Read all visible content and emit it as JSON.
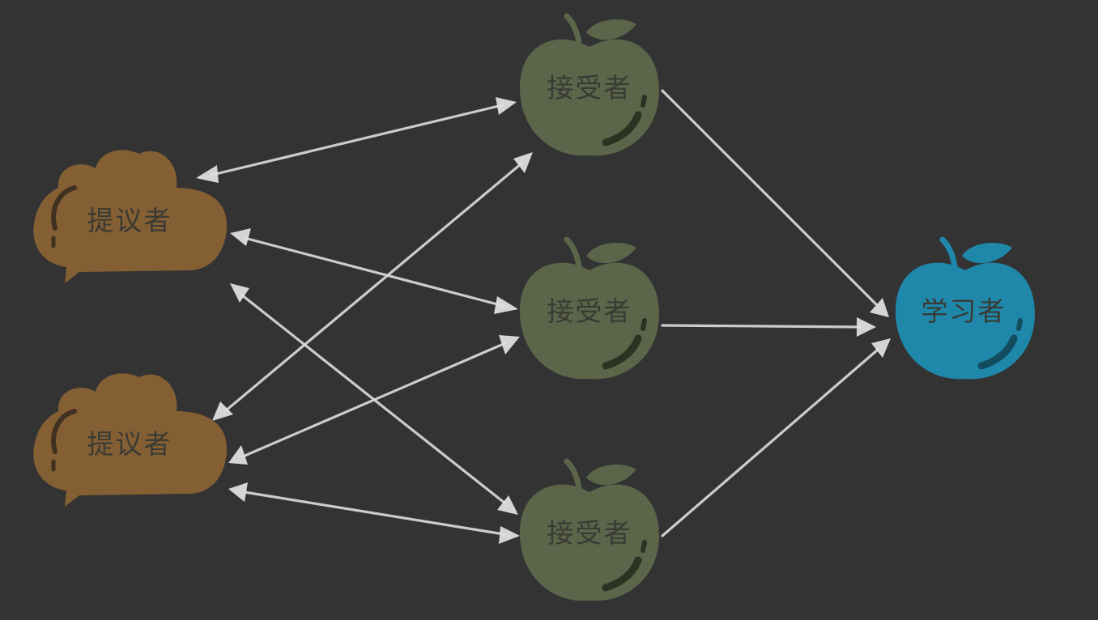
{
  "nodes": {
    "proposer_1": {
      "label": "提议者",
      "kind": "proposer"
    },
    "proposer_2": {
      "label": "提议者",
      "kind": "proposer"
    },
    "acceptor_1": {
      "label": "接受者",
      "kind": "acceptor"
    },
    "acceptor_2": {
      "label": "接受者",
      "kind": "acceptor"
    },
    "acceptor_3": {
      "label": "接受者",
      "kind": "acceptor"
    },
    "learner_1": {
      "label": "学习者",
      "kind": "learner"
    }
  },
  "edges": [
    {
      "from": "proposer_1",
      "to": "acceptor_1",
      "direction": "both"
    },
    {
      "from": "proposer_1",
      "to": "acceptor_2",
      "direction": "both"
    },
    {
      "from": "proposer_1",
      "to": "acceptor_3",
      "direction": "both"
    },
    {
      "from": "proposer_2",
      "to": "acceptor_1",
      "direction": "both"
    },
    {
      "from": "proposer_2",
      "to": "acceptor_2",
      "direction": "both"
    },
    {
      "from": "proposer_2",
      "to": "acceptor_3",
      "direction": "both"
    },
    {
      "from": "acceptor_1",
      "to": "learner_1",
      "direction": "forward"
    },
    {
      "from": "acceptor_2",
      "to": "learner_1",
      "direction": "forward"
    },
    {
      "from": "acceptor_3",
      "to": "learner_1",
      "direction": "forward"
    }
  ],
  "colors": {
    "background": "#333333",
    "proposer": "#835f33",
    "acceptor": "#5a654a",
    "learner": "#1f88aa",
    "arrow": "#d9d9d9",
    "label": "#3a3a34"
  }
}
